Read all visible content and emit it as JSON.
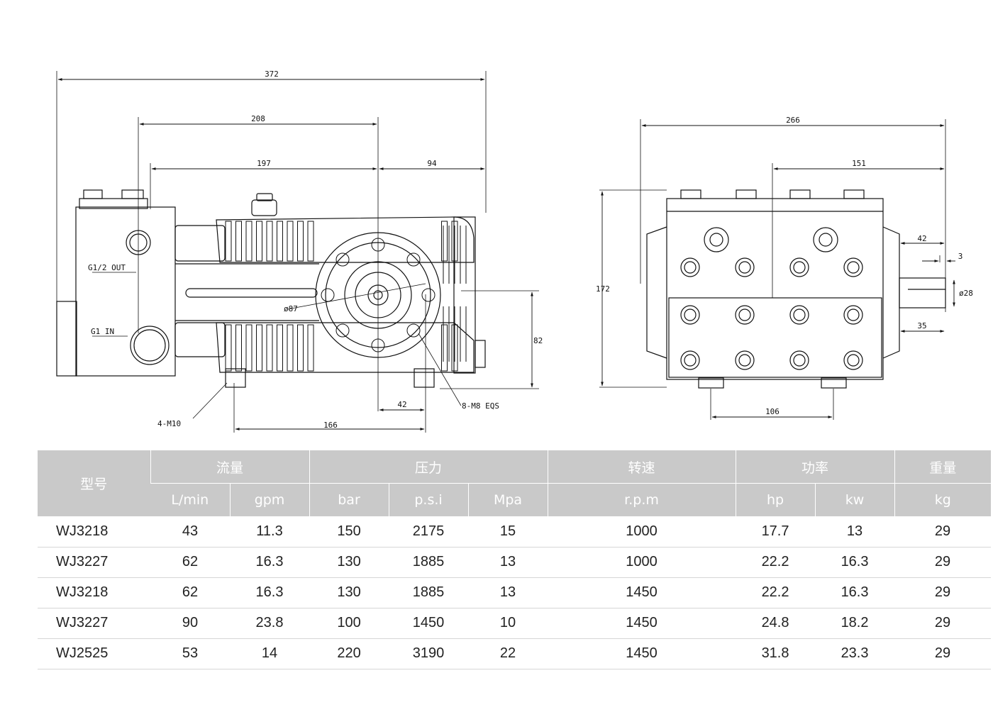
{
  "drawing": {
    "side_view": {
      "dims": {
        "overall_length": "372",
        "d208": "208",
        "d197": "197",
        "d94": "94",
        "flange_dia": "ø87",
        "height_82": "82",
        "d42": "42",
        "d166": "166"
      },
      "labels": {
        "outlet": "G1/2 OUT",
        "inlet": "G1 IN",
        "mount_holes": "4-M10",
        "flange_holes": "8-M8 EQS"
      }
    },
    "front_view": {
      "dims": {
        "overall_width": "266",
        "d151": "151",
        "height_172": "172",
        "d42": "42",
        "d3": "3",
        "shaft_dia": "ø28",
        "d35": "35",
        "d106": "106"
      }
    }
  },
  "table": {
    "group_headers": {
      "model": "型号",
      "flow": "流量",
      "pressure": "压力",
      "speed": "转速",
      "power": "功率",
      "weight": "重量"
    },
    "unit_headers": {
      "lmin": "L/min",
      "gpm": "gpm",
      "bar": "bar",
      "psi": "p.s.i",
      "mpa": "Mpa",
      "rpm": "r.p.m",
      "hp": "hp",
      "kw": "kw",
      "kg": "kg"
    },
    "rows": [
      {
        "model": "WJ3218",
        "lmin": "43",
        "gpm": "11.3",
        "bar": "150",
        "psi": "2175",
        "mpa": "15",
        "rpm": "1000",
        "hp": "17.7",
        "kw": "13",
        "kg": "29"
      },
      {
        "model": "WJ3227",
        "lmin": "62",
        "gpm": "16.3",
        "bar": "130",
        "psi": "1885",
        "mpa": "13",
        "rpm": "1000",
        "hp": "22.2",
        "kw": "16.3",
        "kg": "29"
      },
      {
        "model": "WJ3218",
        "lmin": "62",
        "gpm": "16.3",
        "bar": "130",
        "psi": "1885",
        "mpa": "13",
        "rpm": "1450",
        "hp": "22.2",
        "kw": "16.3",
        "kg": "29"
      },
      {
        "model": "WJ3227",
        "lmin": "90",
        "gpm": "23.8",
        "bar": "100",
        "psi": "1450",
        "mpa": "10",
        "rpm": "1450",
        "hp": "24.8",
        "kw": "18.2",
        "kg": "29"
      },
      {
        "model": "WJ2525",
        "lmin": "53",
        "gpm": "14",
        "bar": "220",
        "psi": "3190",
        "mpa": "22",
        "rpm": "1450",
        "hp": "31.8",
        "kw": "23.3",
        "kg": "29"
      }
    ]
  }
}
